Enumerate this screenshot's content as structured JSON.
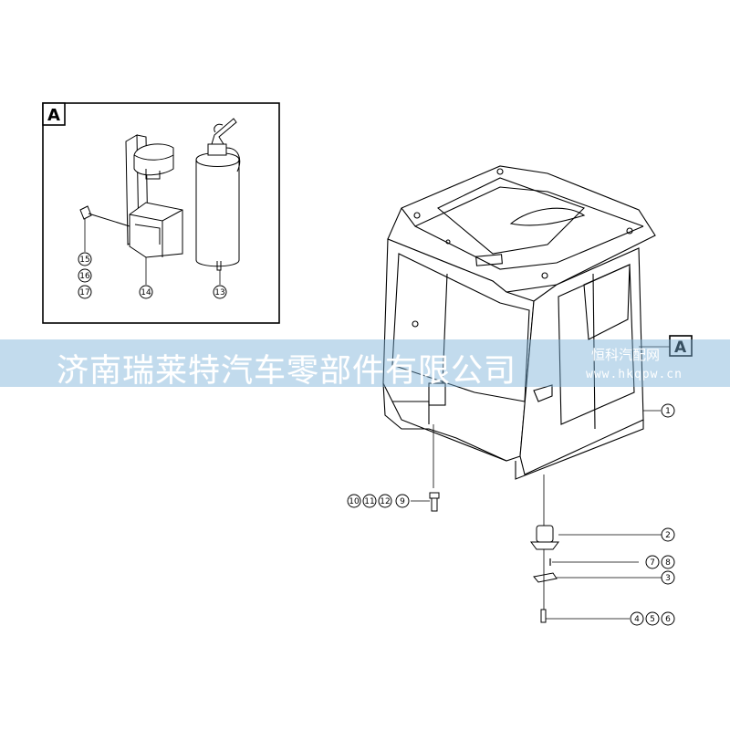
{
  "inset": {
    "label": "A",
    "callouts": [
      "15",
      "16",
      "17",
      "14",
      "13"
    ]
  },
  "main": {
    "ref_label": "A",
    "callouts": {
      "c1": "1",
      "c2": "2",
      "c3": "3",
      "c4": "4",
      "c5": "5",
      "c6": "6",
      "c7": "7",
      "c8": "8",
      "c9": "9",
      "c10": "10",
      "c11": "11",
      "c12": "12"
    }
  },
  "watermark": {
    "company": "济南瑞莱特汽车零部件有限公司",
    "site_name": "恒科汽配网",
    "site_url": "www.hkqpw.cn"
  },
  "colors": {
    "line": "#000000",
    "banner": "#78afd7"
  }
}
